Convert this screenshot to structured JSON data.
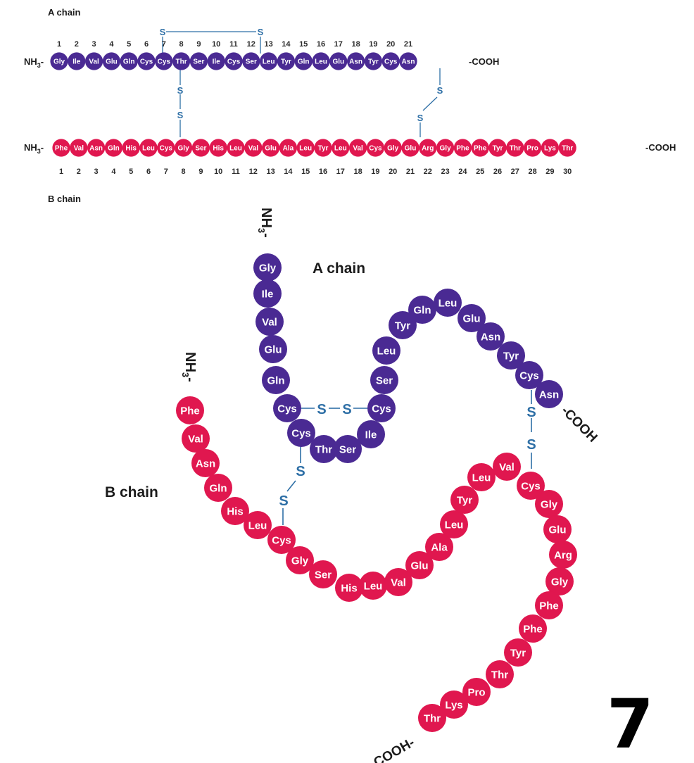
{
  "colors": {
    "a_chain": "#4a2a93",
    "b_chain": "#e0174f",
    "bond": "#2e6fa6",
    "text": "#1b1b1b"
  },
  "labels": {
    "a_chain": "A chain",
    "b_chain": "B chain",
    "n_term": "NH",
    "n_term_sub": "3",
    "n_term_dash": "-",
    "c_term": "COOH",
    "c_term_dash": "-",
    "sulfur": "S",
    "page_number": "7"
  },
  "a_chain": {
    "residues": [
      "Gly",
      "Ile",
      "Val",
      "Glu",
      "Gln",
      "Cys",
      "Cys",
      "Thr",
      "Ser",
      "Ile",
      "Cys",
      "Ser",
      "Leu",
      "Tyr",
      "Gln",
      "Leu",
      "Glu",
      "Asn",
      "Tyr",
      "Cys",
      "Asn"
    ],
    "numbers": [
      "1",
      "2",
      "3",
      "4",
      "5",
      "6",
      "7",
      "8",
      "9",
      "10",
      "11",
      "12",
      "13",
      "14",
      "15",
      "16",
      "17",
      "18",
      "19",
      "20",
      "21"
    ]
  },
  "b_chain": {
    "residues": [
      "Phe",
      "Val",
      "Asn",
      "Gln",
      "His",
      "Leu",
      "Cys",
      "Gly",
      "Ser",
      "His",
      "Leu",
      "Val",
      "Glu",
      "Ala",
      "Leu",
      "Tyr",
      "Leu",
      "Val",
      "Cys",
      "Gly",
      "Glu",
      "Arg",
      "Gly",
      "Phe",
      "Phe",
      "Tyr",
      "Thr",
      "Pro",
      "Lys",
      "Thr"
    ],
    "numbers": [
      "1",
      "2",
      "3",
      "4",
      "5",
      "6",
      "7",
      "8",
      "9",
      "10",
      "11",
      "12",
      "13",
      "14",
      "15",
      "16",
      "17",
      "18",
      "19",
      "20",
      "21",
      "22",
      "23",
      "24",
      "25",
      "26",
      "27",
      "28",
      "29",
      "30"
    ]
  },
  "disulfide_bonds": [
    {
      "type": "intra",
      "from": "A6",
      "to": "A11"
    },
    {
      "type": "inter",
      "from": "A7",
      "to": "B7"
    },
    {
      "type": "inter",
      "from": "A20",
      "to": "B19"
    }
  ]
}
